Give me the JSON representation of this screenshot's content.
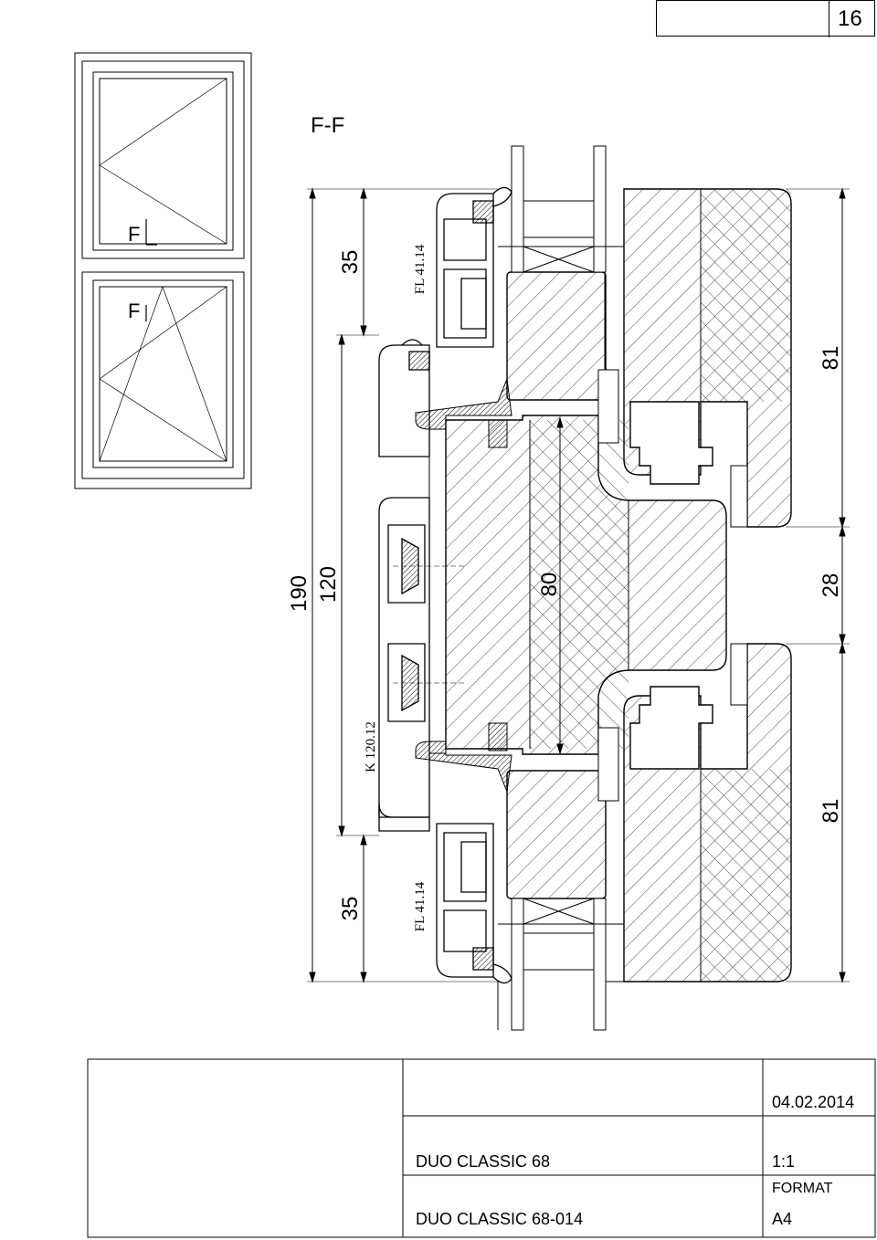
{
  "page_number": "16",
  "section_title": "F-F",
  "elevation": {
    "upper_pane_label": "F",
    "lower_pane_label": "F"
  },
  "dimensions": {
    "total": "190",
    "middle": "120",
    "top": "35",
    "bottom": "35",
    "core": "80",
    "right_top": "81",
    "right_middle": "28",
    "right_bottom": "81"
  },
  "profile_labels": {
    "top_frame": "FL 41.14",
    "bottom_frame": "FL 41.14",
    "coupler": "K 120.12"
  },
  "title_block": {
    "date": "04.02.2014",
    "product": "DUO CLASSIC 68",
    "scale": "1:1",
    "drawing_no": "DUO CLASSIC 68-014",
    "format_label": "FORMAT",
    "format_value": "A4"
  }
}
